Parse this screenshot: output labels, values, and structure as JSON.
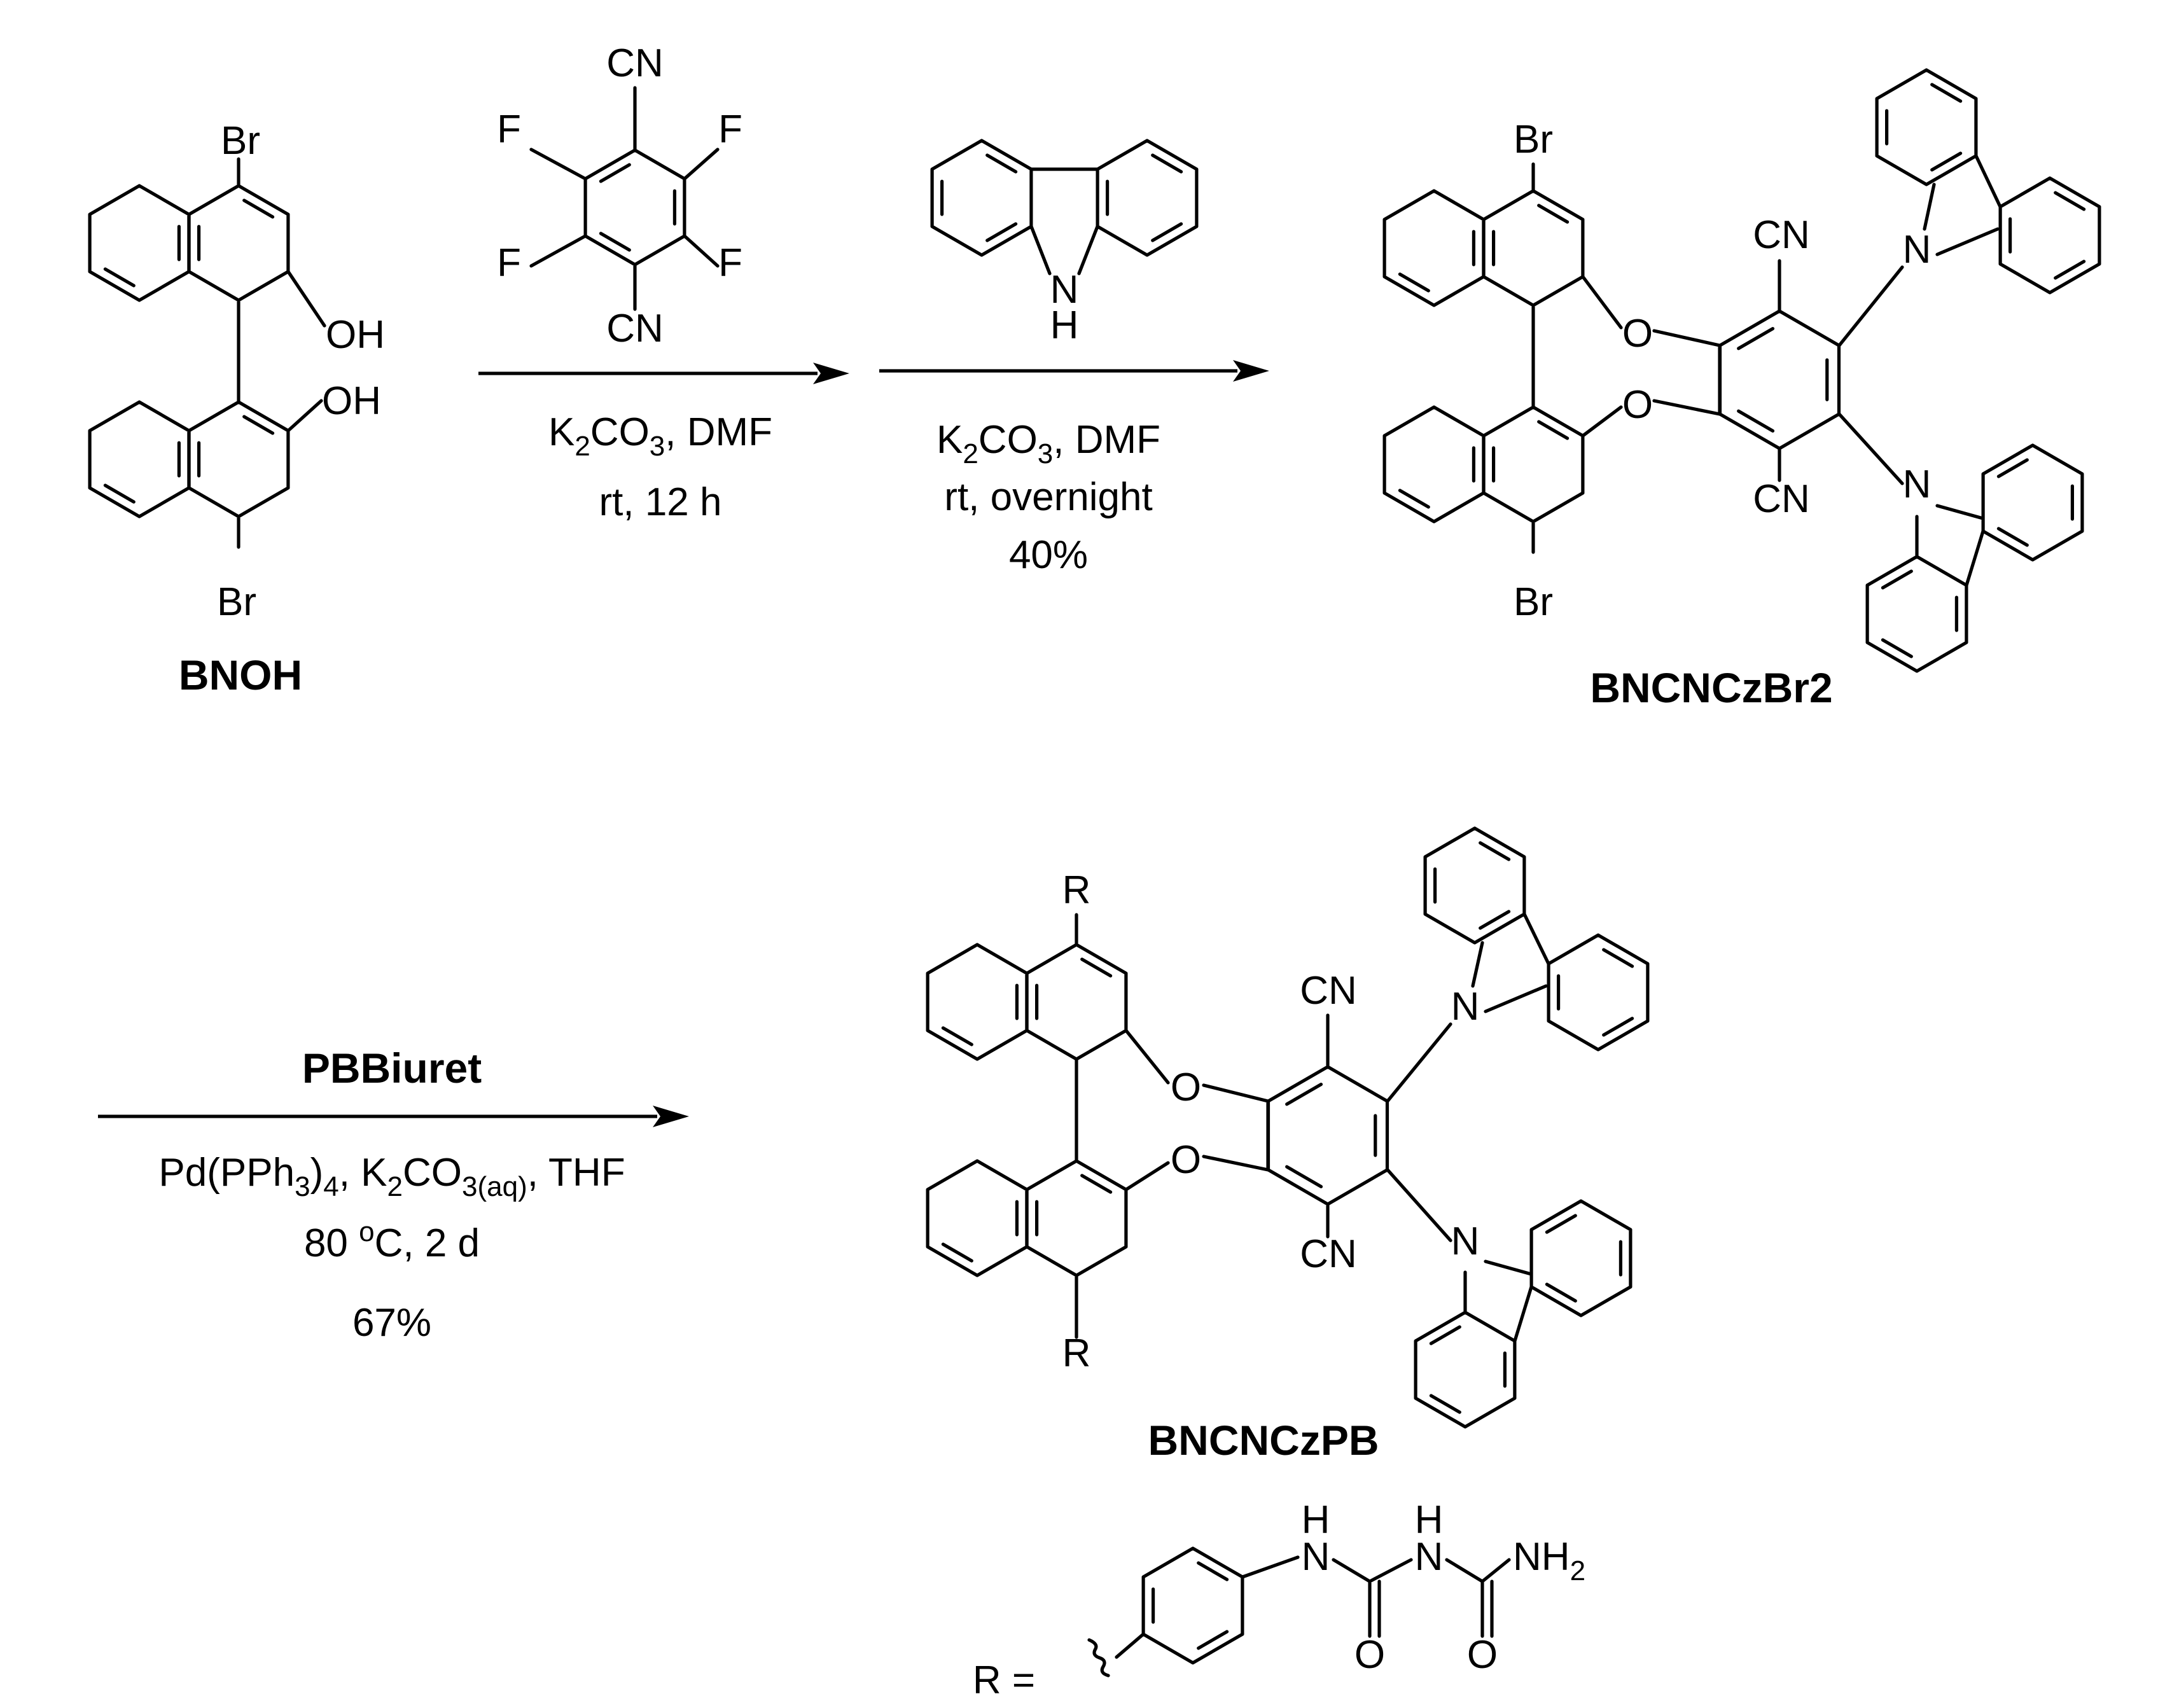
{
  "atoms": {
    "br": "Br",
    "oh": "OH",
    "o": "O",
    "n": "N",
    "h": "H",
    "f": "F",
    "cn": "CN",
    "r": "R",
    "nh": "NH",
    "two": "2"
  },
  "compounds": {
    "bnoh": "BNOH",
    "bncnczbr2": "BNCNCzBr2",
    "bncnczpb": "BNCNCzPB"
  },
  "step1": {
    "cond_line1": {
      "a": "K",
      "b": "2",
      "c": "CO",
      "d": "3",
      "e": ", DMF"
    },
    "cond_line2": "rt, 12 h"
  },
  "step2": {
    "cond_line1": {
      "a": "K",
      "b": "2",
      "c": "CO",
      "d": "3",
      "e": ", DMF"
    },
    "cond_line2": "rt, overnight",
    "yield": "40%"
  },
  "step3": {
    "reagent": "PBBiuret",
    "cond_line1": {
      "a": "Pd(PPh",
      "b": "3",
      "c": ")",
      "d": "4",
      "e": ", K",
      "f": "2",
      "g": "CO",
      "h": "3(aq)",
      "i": ", THF"
    },
    "cond_line2": {
      "a": "80 ",
      "b": "o",
      "c": "C, 2 d"
    },
    "yield": "67%"
  },
  "r_definition": "R ="
}
